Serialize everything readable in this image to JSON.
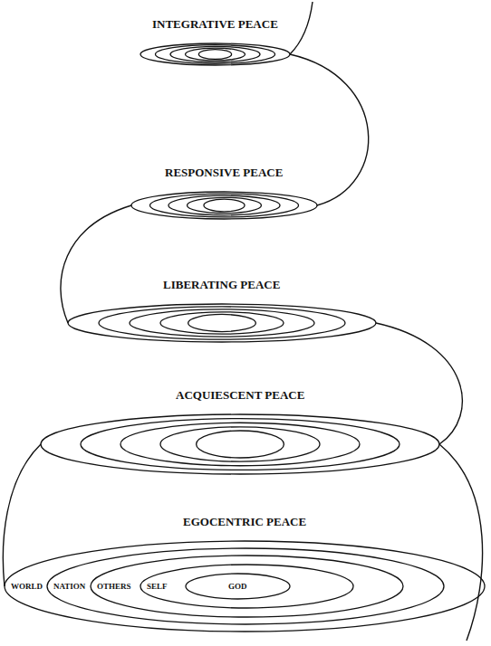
{
  "diagram": {
    "nodes": [
      {
        "text": [
          "INTEGRATIVE PEACE"
        ]
      },
      {
        "text": [
          "RESPONSIVE PEACE"
        ]
      },
      {
        "text": [
          "LIBERATING PEACE"
        ]
      },
      {
        "text": [
          "ACQUIESCENT PEACE"
        ]
      },
      {
        "text": [
          "EGOCENTRIC PEACE",
          "WORLD"
        ]
      },
      {
        "text": [
          "NATION"
        ],
        "in": 4
      },
      {
        "text": [
          "OTHERS"
        ],
        "in": 5
      },
      {
        "text": [
          "SELF"
        ],
        "in": 6
      },
      {
        "text": [
          "GOD"
        ],
        "in": 7
      }
    ]
  }
}
